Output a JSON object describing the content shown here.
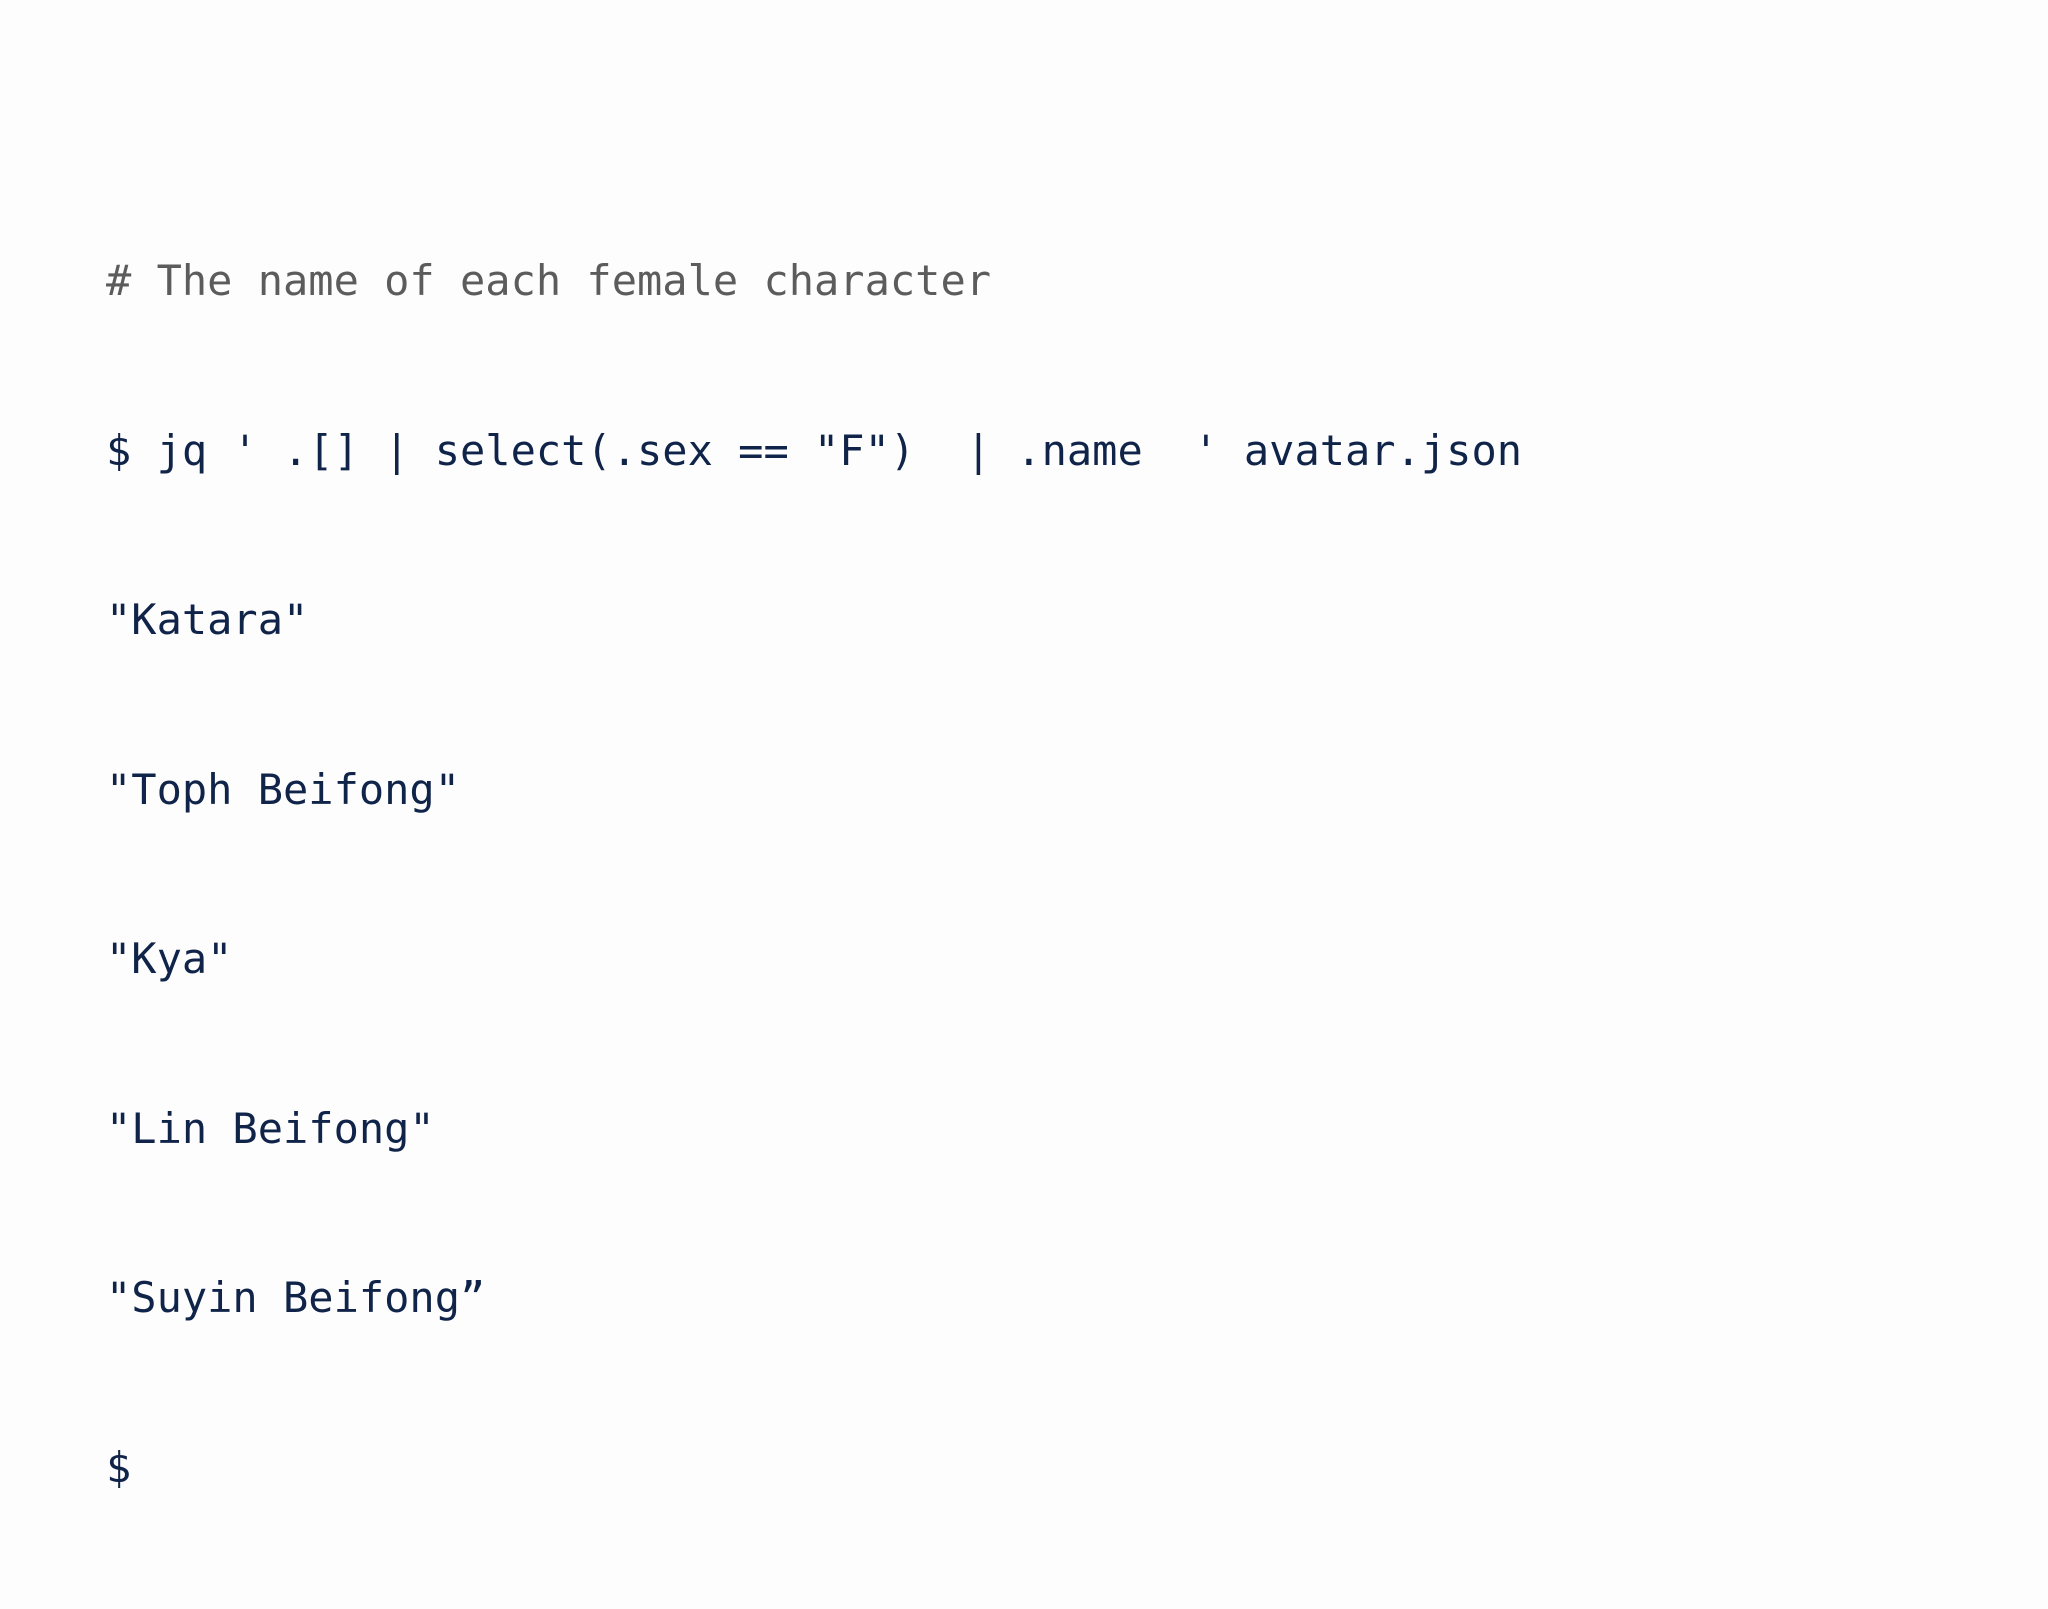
{
  "terminal": {
    "comment": "# The name of each female character",
    "command": "$ jq ' .[] | select(.sex == \"F\")  | .name  ' avatar.json",
    "output": [
      "\"Katara\"",
      "\"Toph Beifong\"",
      "\"Kya\"",
      "\"Lin Beifong\"",
      "\"Suyin Beifong”"
    ],
    "prompt": "$"
  },
  "colors": {
    "background": "#fdfdfd",
    "text": "#10244a",
    "comment": "#5c5c5c"
  }
}
